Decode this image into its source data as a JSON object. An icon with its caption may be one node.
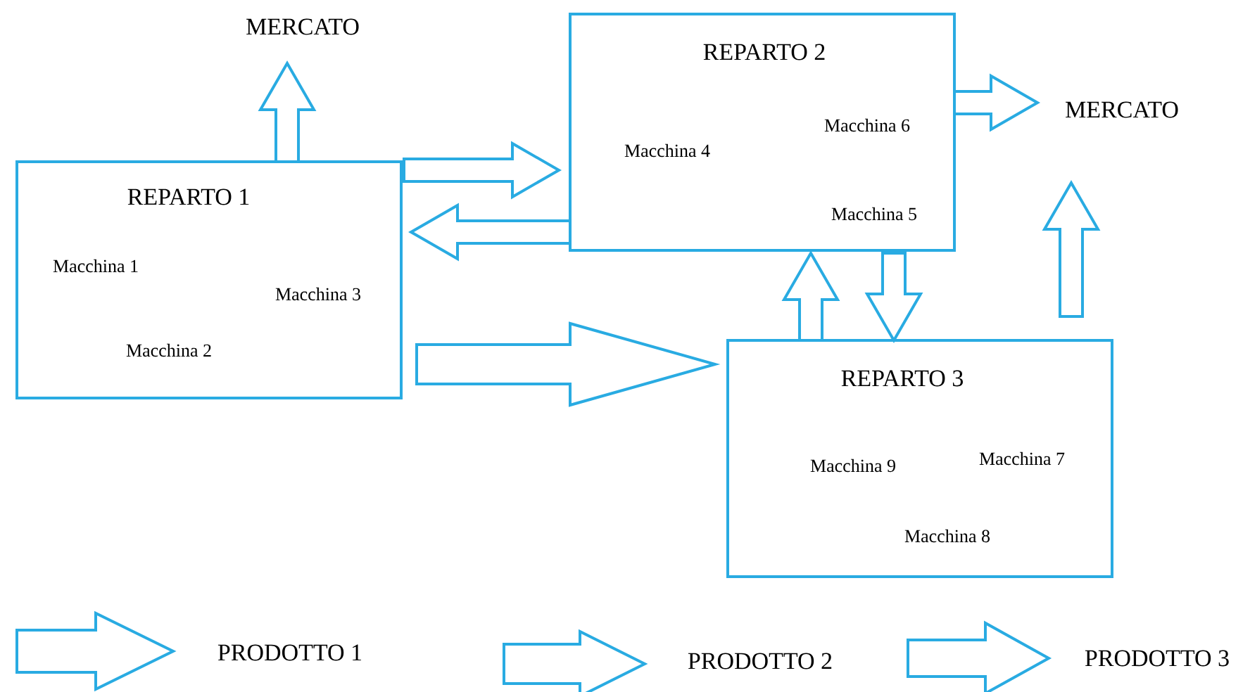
{
  "diagram": {
    "nodes": [
      {
        "text": [
          "MERCATO"
        ]
      },
      {
        "text": [
          "REPARTO 2",
          "Macchina 4",
          "Macchina 6",
          "Macchina 5"
        ]
      },
      {
        "text": [
          "MERCATO"
        ]
      },
      {
        "text": [
          "REPARTO 1",
          "Macchina 1",
          "Macchina 3",
          "Macchina 2"
        ]
      },
      {
        "text": [
          "REPARTO 3",
          "Macchina 9",
          "Macchina 7",
          "Macchina 8"
        ]
      }
    ],
    "edges": [
      {
        "from": 3,
        "to": 0,
        "arrow": "to"
      },
      {
        "from": 3,
        "to": 1,
        "arrow": "to"
      },
      {
        "from": 1,
        "to": 3,
        "arrow": "to"
      },
      {
        "from": 3,
        "to": 4,
        "arrow": "to",
        "style": "thick"
      },
      {
        "from": 1,
        "to": 2,
        "arrow": "to"
      },
      {
        "from": 4,
        "to": 1,
        "arrow": "to"
      },
      {
        "from": 1,
        "to": 4,
        "arrow": "to"
      },
      {
        "from": 4,
        "to": 2,
        "arrow": "to"
      }
    ],
    "legend": [
      {
        "text": "PRODOTTO 1"
      },
      {
        "text": "PRODOTTO 2"
      },
      {
        "text": "PRODOTTO 3"
      }
    ]
  }
}
